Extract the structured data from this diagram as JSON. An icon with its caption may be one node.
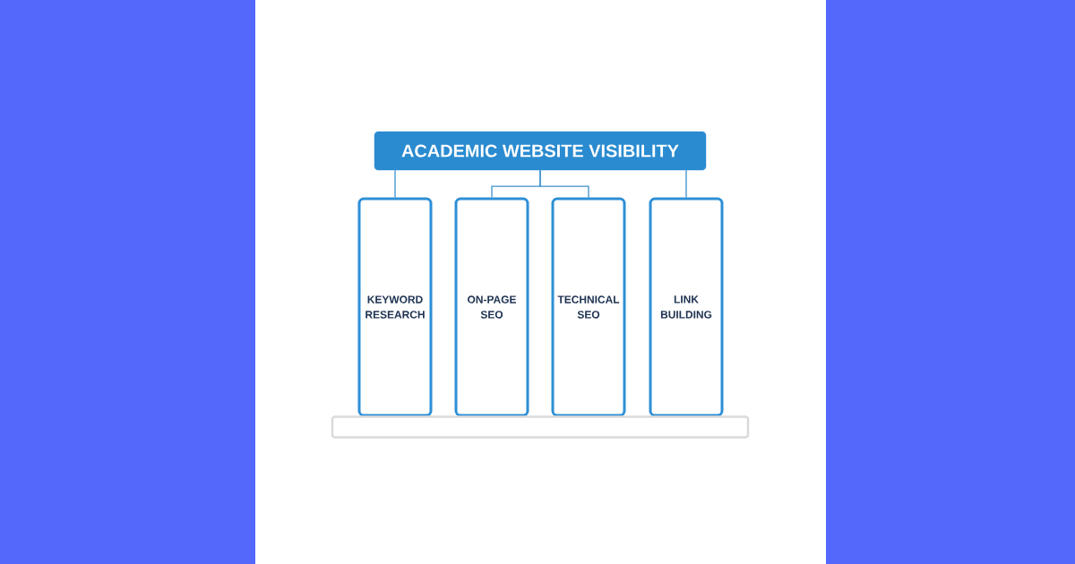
{
  "diagram": {
    "nodes": [
      {
        "text": [
          "ACADEMIC WEBSITE VISIBILITY"
        ]
      },
      {
        "text": [
          "KEYWORD RESEARCH"
        ]
      },
      {
        "text": [
          "ON-PAGE SEO"
        ]
      },
      {
        "text": [
          "TECHNICAL SEO"
        ]
      },
      {
        "text": [
          "LINK BUILDING"
        ]
      },
      {
        "text": [],
        "shape": "bar"
      }
    ],
    "edges": [
      {
        "from": 0,
        "to": 1,
        "arrow": "none"
      },
      {
        "from": 0,
        "to": 2,
        "arrow": "none"
      },
      {
        "from": 0,
        "to": 3,
        "arrow": "none"
      },
      {
        "from": 0,
        "to": 4,
        "arrow": "none"
      }
    ]
  }
}
